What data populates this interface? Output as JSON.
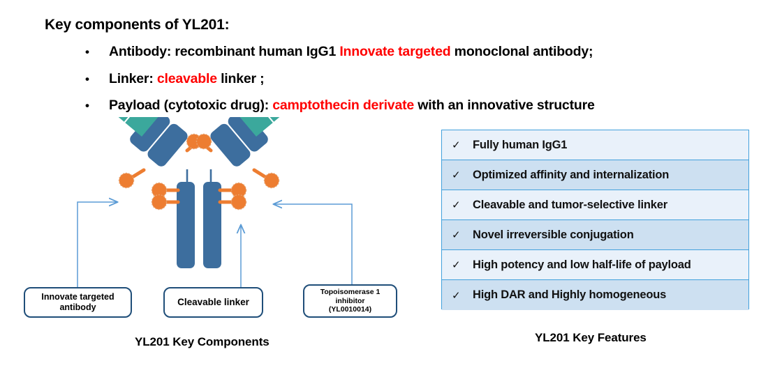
{
  "header": {
    "title": "Key components of YL201:"
  },
  "bullets": [
    {
      "marker": "•",
      "pre": "Antibody: recombinant human IgG1 ",
      "highlight": "Innovate targeted",
      "post": "  monoclonal antibody;"
    },
    {
      "marker": "•",
      "pre": "Linker: ",
      "highlight": "cleavable",
      "post": " linker ;"
    },
    {
      "marker": "•",
      "pre": "Payload (cytotoxic drug): ",
      "highlight": "camptothecin derivate",
      "post": " with an innovative structure"
    }
  ],
  "diagram": {
    "callouts": {
      "antibody": "Innovate targeted\nantibody",
      "antibody_line1": "Innovate targeted",
      "antibody_line2": "antibody",
      "linker": "Cleavable linker",
      "payload_line1": "Topoisomerase 1",
      "payload_line2": "inhibitor",
      "payload_line3": "(YL0010014)"
    },
    "caption": "YL201 Key Components",
    "colors": {
      "variable_domain": "#3BA89C",
      "constant_domain": "#3D6E9E",
      "payload": "#ED7D31",
      "arrow": "#5B9BD5",
      "callout_border": "#1F4E79"
    }
  },
  "features": {
    "caption": "YL201 Key Features",
    "tick": "✓",
    "colors": {
      "border": "#41A0DC",
      "row_light": "#E9F1FA",
      "row_dark": "#CDE0F1"
    },
    "items": [
      {
        "label": "Fully human IgG1"
      },
      {
        "label": "Optimized affinity and internalization"
      },
      {
        "label": "Cleavable and tumor-selective linker"
      },
      {
        "label": "Novel irreversible conjugation"
      },
      {
        "label": "High potency and low half-life of payload"
      },
      {
        "label": "High DAR and Highly homogeneous"
      }
    ]
  }
}
